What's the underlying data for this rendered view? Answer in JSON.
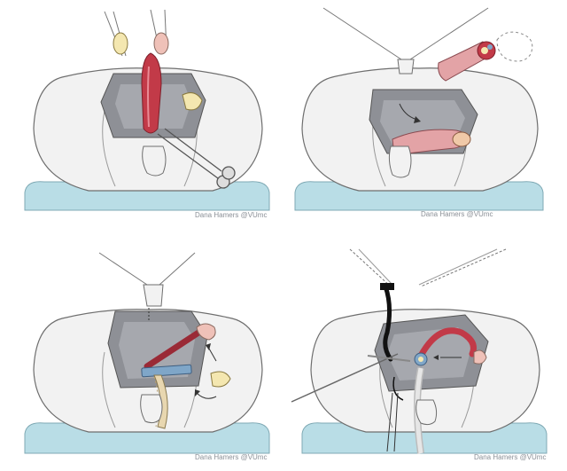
{
  "figure": {
    "panels": [
      {
        "id": "panel-1",
        "credit": "Dana Hamers @VUmc"
      },
      {
        "id": "panel-2",
        "credit": "Dana Hamers @VUmc"
      },
      {
        "id": "panel-3",
        "credit": "Dana Hamers @VUmc"
      },
      {
        "id": "panel-4",
        "credit": "Dana Hamers @VUmc"
      }
    ]
  },
  "colors": {
    "skin": "#f2f2f2",
    "outline": "#6e6e6e",
    "wound": "#8e9096",
    "wound_dark": "#6f7278",
    "drape": "#b9dde6",
    "urethra_red": "#c23a48",
    "penis_pink": "#e3a3a6",
    "testis_yellow": "#f4e7b0",
    "catheter_blue": "#7fa6c8",
    "drain_tan": "#e8d7b0"
  }
}
